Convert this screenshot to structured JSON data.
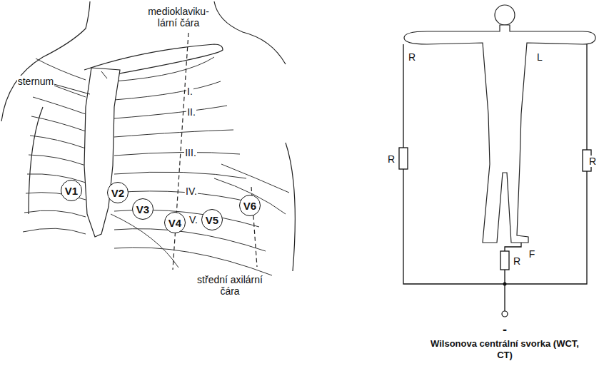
{
  "diagram": {
    "nodes": [
      {
        "text": [
          "V1"
        ]
      },
      {
        "text": [
          "V2"
        ]
      },
      {
        "text": [
          "V3"
        ]
      },
      {
        "text": [
          "V4"
        ]
      },
      {
        "text": [
          "V5"
        ]
      },
      {
        "text": [
          "V6"
        ]
      }
    ],
    "labels": [
      "sternum",
      "medioklaviku- lární čára",
      "I.",
      "II.",
      "III.",
      "IV.",
      "V.",
      "střední axilární čára",
      "R",
      "L",
      "R",
      "R",
      "F",
      "R",
      "-",
      "Wilsonova centrální svorka (WCT, CT)"
    ]
  }
}
